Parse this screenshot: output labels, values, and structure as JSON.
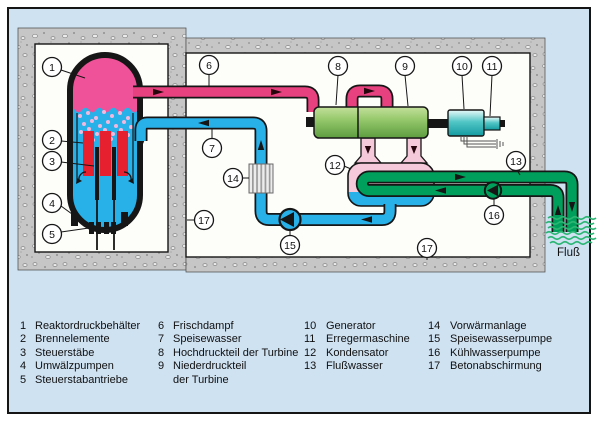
{
  "figure": {
    "river_label": "Fluß"
  },
  "callouts": [
    "1",
    "2",
    "3",
    "4",
    "5",
    "6",
    "7",
    "8",
    "9",
    "10",
    "11",
    "12",
    "13",
    "14",
    "15",
    "16",
    "17"
  ],
  "legend": {
    "columns": [
      {
        "items": [
          {
            "num": "1",
            "label": "Reaktordruckbehälter"
          },
          {
            "num": "2",
            "label": "Brennelemente"
          },
          {
            "num": "3",
            "label": "Steuerstäbe"
          },
          {
            "num": "4",
            "label": "Umwälzpumpen"
          },
          {
            "num": "5",
            "label": "Steuerstabantriebe"
          }
        ]
      },
      {
        "items": [
          {
            "num": "6",
            "label": "Frischdampf"
          },
          {
            "num": "7",
            "label": "Speisewasser"
          },
          {
            "num": "8",
            "label": "Hochdruckteil der Turbine"
          },
          {
            "num": "9",
            "label": "Niederdruckteil\nder Turbine"
          }
        ]
      },
      {
        "items": [
          {
            "num": "10",
            "label": "Generator"
          },
          {
            "num": "11",
            "label": "Erregermaschine"
          },
          {
            "num": "12",
            "label": "Kondensator"
          },
          {
            "num": "13",
            "label": "Flußwasser"
          }
        ]
      },
      {
        "items": [
          {
            "num": "14",
            "label": "Vorwärmanlage"
          },
          {
            "num": "15",
            "label": "Speisewasserpumpe"
          },
          {
            "num": "16",
            "label": "Kühlwasserpumpe"
          },
          {
            "num": "17",
            "label": "Betonabschirmung"
          }
        ]
      }
    ]
  },
  "colors": {
    "background": "#cfe2f2",
    "steam_pink": "#e8417f",
    "exhaust_pink": "#f6c9da",
    "water_blue": "#28b0e8",
    "cooling_green": "#00a05c",
    "turbine_green": "#8cc063",
    "generator_teal": "#3bb8bc",
    "fuel_red": "#e7202f",
    "concrete_gray": "#c6c6c6",
    "river_wave": "#2bb673"
  }
}
